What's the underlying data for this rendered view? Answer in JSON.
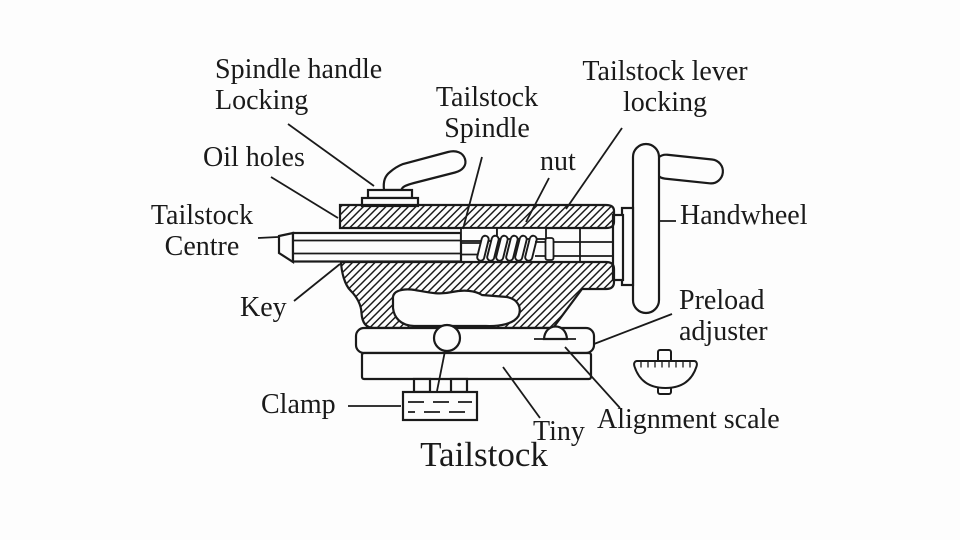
{
  "diagram": {
    "title": "Tailstock",
    "colors": {
      "ink": "#1a1a1a",
      "background": "#fdfdfd"
    },
    "labels": [
      {
        "id": "spindle-handle-locking",
        "text": "Spindle handle\nLocking"
      },
      {
        "id": "oil-holes",
        "text": "Oil holes"
      },
      {
        "id": "tailstock-centre",
        "text": "Tailstock\nCentre"
      },
      {
        "id": "key",
        "text": "Key"
      },
      {
        "id": "tailstock-spindle",
        "text": "Tailstock\nSpindle"
      },
      {
        "id": "nut",
        "text": "nut"
      },
      {
        "id": "tailstock-lever-locking",
        "text": "Tailstock lever\nlocking"
      },
      {
        "id": "handwheel",
        "text": "Handwheel"
      },
      {
        "id": "preload-adjuster",
        "text": "Preload\nadjuster"
      },
      {
        "id": "alignment-scale",
        "text": "Alignment scale"
      },
      {
        "id": "tiny",
        "text": "Tiny"
      },
      {
        "id": "clamp",
        "text": "Clamp"
      }
    ]
  }
}
